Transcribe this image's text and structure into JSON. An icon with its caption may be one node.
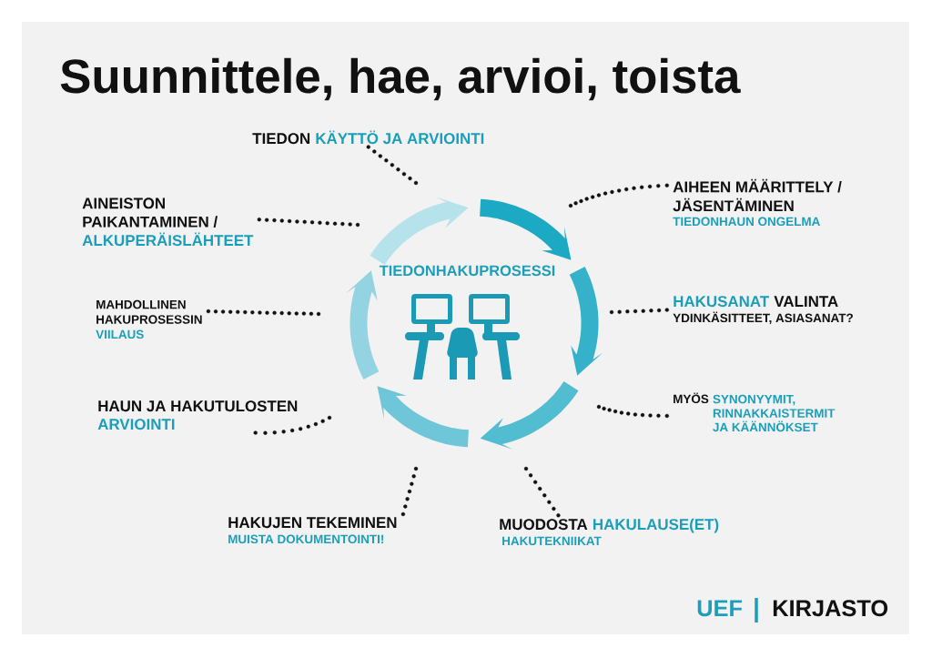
{
  "diagram": {
    "title": "Suunnittele, hae, arvioi, toista",
    "nodes": [
      {
        "text": [
          "TIEDON",
          "KÄYTTÖ JA ARVIOINTI"
        ]
      },
      {
        "text": [
          "AINEISTON PAIKANTAMINEN /",
          "ALKUPERÄISLÄHTEET"
        ]
      },
      {
        "text": [
          "AIHEEN MÄÄRITTELY / JÄSENTÄMINEN",
          "TIEDONHAUN ONGELMA"
        ]
      },
      {
        "text": [
          "MAHDOLLINEN HAKUPROSESSIN",
          "VIILAUS"
        ]
      },
      {
        "text": [
          "HAKUSANAT",
          "VALINTA",
          "YDINKÄSITTEET, ASIASANAT?"
        ]
      },
      {
        "text": [
          "HAUN JA HAKUTULOSTEN",
          "ARVIOINTI"
        ]
      },
      {
        "text": [
          "MYÖS",
          "SYNONYYMIT, RINNAKKAISTERMIT JA KÄÄNNÖKSET"
        ]
      },
      {
        "text": [
          "HAKUJEN TEKEMINEN",
          "MUISTA DOKUMENTOINTI!"
        ]
      },
      {
        "text": [
          "MUODOSTA",
          "HAKULAUSE(ET)",
          "HAKUTEKNIIKAT"
        ]
      }
    ],
    "edges": [
      {
        "from": 0,
        "to": null,
        "arrow": "none"
      },
      {
        "from": 1,
        "to": null,
        "arrow": "none"
      },
      {
        "from": 2,
        "to": null,
        "arrow": "none"
      },
      {
        "from": 3,
        "to": null,
        "arrow": "none"
      },
      {
        "from": 4,
        "to": null,
        "arrow": "none"
      },
      {
        "from": 5,
        "to": null,
        "arrow": "none"
      },
      {
        "from": 6,
        "to": null,
        "arrow": "none"
      },
      {
        "from": 7,
        "to": null,
        "arrow": "none"
      },
      {
        "from": 8,
        "to": null,
        "arrow": "none"
      }
    ],
    "labels": [
      "TIEDONHAKUPROSESSI",
      "UEF",
      "KIRJASTO"
    ]
  }
}
